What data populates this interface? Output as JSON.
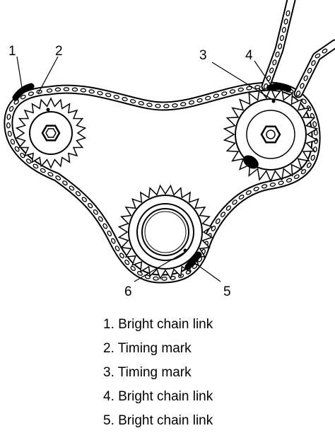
{
  "callouts": [
    {
      "number": "1"
    },
    {
      "number": "2"
    },
    {
      "number": "3"
    },
    {
      "number": "4"
    },
    {
      "number": "5"
    },
    {
      "number": "6"
    }
  ],
  "legend": [
    {
      "text": "1. Bright chain link"
    },
    {
      "text": "2. Timing mark"
    },
    {
      "text": "3. Timing mark"
    },
    {
      "text": "4. Bright chain link"
    },
    {
      "text": "5. Bright chain link"
    }
  ],
  "colors": {
    "ink": "#000000",
    "background": "#ffffff",
    "chain_plate": "#ffffff"
  }
}
